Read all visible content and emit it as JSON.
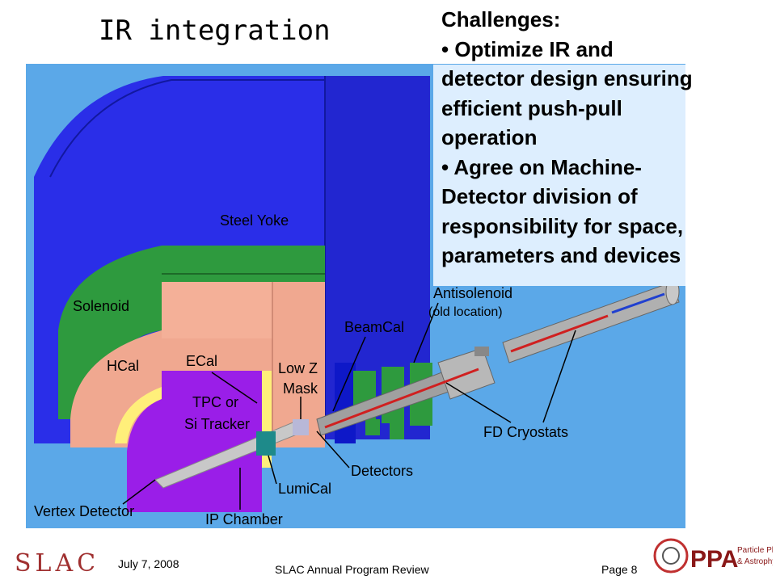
{
  "slide": {
    "title": "IR integration",
    "challenges": {
      "heading": "Challenges:",
      "bullet_1_lines": [
        "• Optimize IR and",
        "detector design ensuring",
        "efficient push-pull",
        "operation"
      ],
      "bullet_2_lines": [
        "• Agree on Machine-",
        "Detector division of",
        "responsibility for space,",
        "parameters and devices"
      ]
    },
    "diagram_labels": {
      "steel_yoke": "Steel Yoke",
      "solenoid": "Solenoid",
      "hcal": "HCal",
      "ecal": "ECal",
      "tpc_line1": "TPC or",
      "tpc_line2": "Si Tracker",
      "low_z_line1": "Low Z",
      "low_z_line2": "Mask",
      "beamcal": "BeamCal",
      "antisolenoid": "Antisolenoid",
      "old_location": "(old location)",
      "fd_cryostats": "FD Cryostats",
      "detectors": "Detectors",
      "lumical": "LumiCal",
      "ip_chamber": "IP Chamber",
      "vertex_detector": "Vertex Detector"
    },
    "footer": {
      "org_logo": "SLAC",
      "date": "July 7, 2008",
      "review": "SLAC Annual Program Review",
      "page": "Page 8",
      "ppa_logo": "PPA",
      "ppa_text_1": "Particle Physics",
      "ppa_text_2": "& Astrophysics"
    },
    "colors": {
      "background": "#5ba8e8",
      "yoke": "#2a2ee8",
      "solenoid": "#2e9a3e",
      "hcal": "#f0a890",
      "ecal": "#ffef7a",
      "tracker": "#9a1ee8",
      "callout": "#ddeefe"
    }
  }
}
